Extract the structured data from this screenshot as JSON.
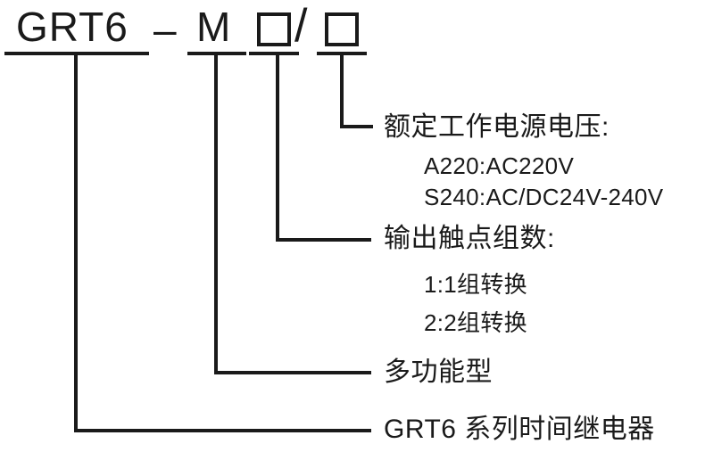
{
  "diagram": {
    "title": "GRT6 series time relay model designation breakdown",
    "line_color": "#1a1a1a",
    "text_color": "#1a1a1a",
    "background": "#ffffff"
  },
  "model_code": {
    "series": "GRT6",
    "separator": "–",
    "type_letter": "M",
    "slash": "/",
    "contacts_placeholder": "□",
    "voltage_placeholder": "□",
    "full": "GRT6–M□/□"
  },
  "callouts": [
    {
      "id": "voltage",
      "heading": "额定工作电源电压:",
      "options": [
        "A220:AC220V",
        "S240:AC/DC24V-240V"
      ]
    },
    {
      "id": "contacts",
      "heading": "输出触点组数:",
      "options": [
        "1:1组转换",
        "2:2组转换"
      ]
    },
    {
      "id": "function",
      "heading": "多功能型",
      "options": []
    },
    {
      "id": "series",
      "heading": "GRT6 系列时间继电器",
      "options": []
    }
  ]
}
